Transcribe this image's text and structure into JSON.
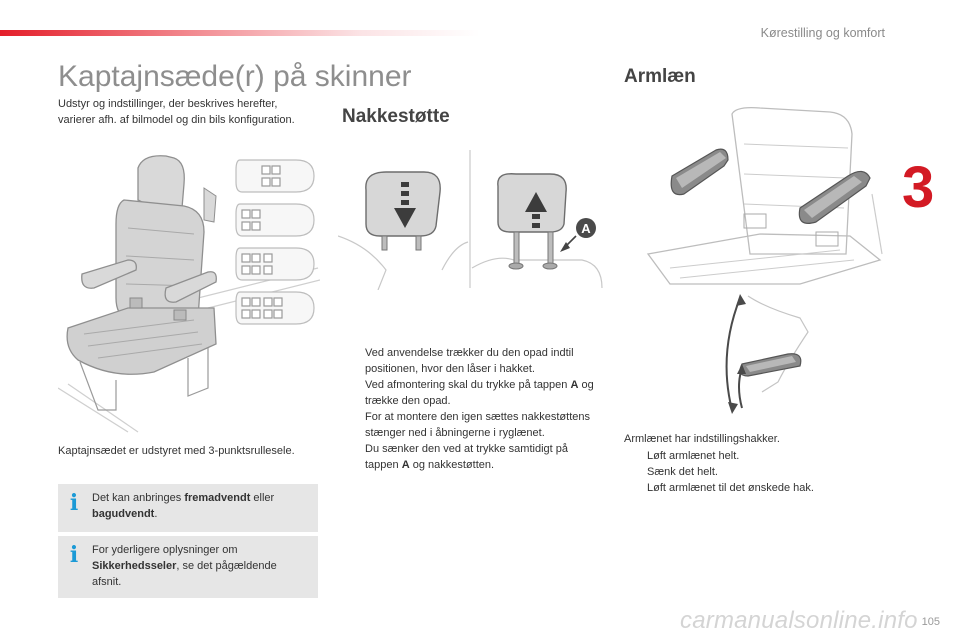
{
  "header": {
    "section_title": "Kørestilling og komfort",
    "chapter_number": "3"
  },
  "page_title": "Kaptajnsæde(r) på skinner",
  "intro_text": "Udstyr og indstillinger, der beskrives herefter, varierer afh. af bilmodel og din bils konfiguration.",
  "seat_caption": "Kaptajnsædet er udstyret med 3-punktsrullesele.",
  "info_boxes": [
    {
      "icon": "info-icon",
      "parts": [
        "Det kan anbringes ",
        "fremadvendt",
        " eller ",
        "bagudvendt",
        "."
      ]
    },
    {
      "icon": "info-icon",
      "parts": [
        "For yderligere oplysninger om ",
        "Sikkerhedsseler",
        ", se det pågældende afsnit."
      ]
    }
  ],
  "headrest": {
    "title": "Nakkestøtte",
    "button_label": "A",
    "bullet_symbol": "",
    "bullets": [
      {
        "parts": [
          "Ved anvendelse trækker du den opad indtil positionen, hvor den låser i hakket."
        ]
      },
      {
        "parts": [
          "Ved afmontering skal du trykke på tappen ",
          "A",
          " og trække den opad."
        ]
      },
      {
        "parts": [
          "For at montere den igen sættes nakkestøttens stænger ned i åbningerne i ryglænet."
        ]
      },
      {
        "parts": [
          "Du sænker den ved at trykke samtidigt på tappen ",
          "A",
          " og nakkestøtten."
        ]
      }
    ]
  },
  "armrest": {
    "title": "Armlæn",
    "caption": "Armlænet har indstillingshakker.",
    "bullets": [
      {
        "parts": [
          "Løft armlænet helt."
        ]
      },
      {
        "parts": [
          "Sænk det helt."
        ]
      },
      {
        "parts": [
          "Løft armlænet til det ønskede hak."
        ]
      }
    ]
  },
  "footer": {
    "page_number": "105",
    "watermark": "carmanualsonline.info"
  },
  "colors": {
    "accent_red": "#d31a24",
    "info_blue": "#1b9ad6",
    "box_gray": "#e6e6e6",
    "title_gray": "#8e8e8e"
  }
}
